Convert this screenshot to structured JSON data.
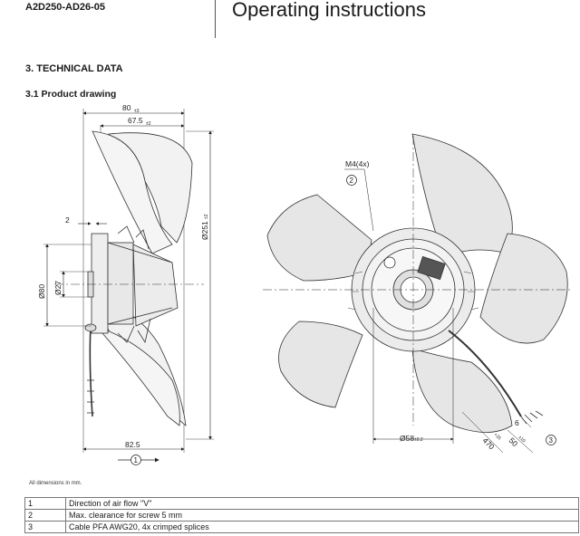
{
  "header": {
    "model": "A2D250-AD26-05",
    "title": "Operating instructions"
  },
  "section_title": "3. TECHNICAL DATA",
  "subsection_title": "3.1 Product drawing",
  "drawing": {
    "dimensions": {
      "d80": "80",
      "d80_tol": "±3",
      "d67": "67.5",
      "d67_tol": "±2",
      "d2": "2",
      "d251": "Ø251",
      "d251_tol": "±2",
      "d_phi80": "Ø80",
      "d_phi27": "Ø27",
      "d82": "82.5",
      "m4": "M4(4x)",
      "d58": "Ø58",
      "d58_tol": "±0.2",
      "d470": "470",
      "d470_tol": "+25",
      "d50": "50",
      "d50_tol": "±10",
      "d6": "6"
    },
    "callouts": [
      "1",
      "2",
      "3"
    ]
  },
  "dimension_note": "All dimensions in mm.",
  "legend": [
    {
      "num": "1",
      "text": "Direction of air flow \"V\""
    },
    {
      "num": "2",
      "text": "Max. clearance for screw 5 mm"
    },
    {
      "num": "3",
      "text": "Cable PFA AWG20, 4x crimped splices"
    }
  ]
}
